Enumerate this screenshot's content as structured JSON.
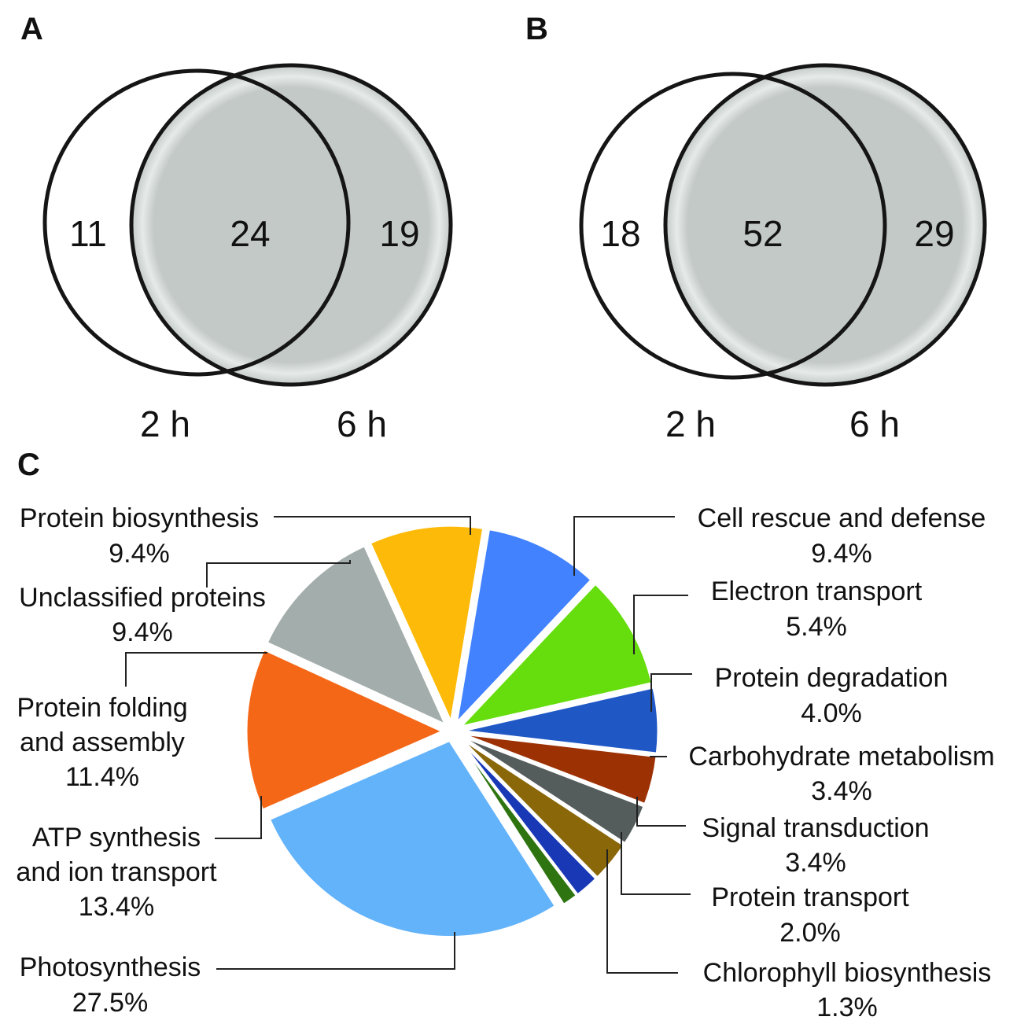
{
  "panels": [
    {
      "letter": "A"
    },
    {
      "letter": "B"
    },
    {
      "letter": "C"
    }
  ],
  "chart_data": [
    {
      "type": "venn",
      "panel": "A",
      "sets": [
        "2 h",
        "6 h"
      ],
      "only_2h": 11,
      "both": 24,
      "only_6h": 19,
      "colors": {
        "2 h": "#ffffff",
        "6 h": "#c3c9c7"
      }
    },
    {
      "type": "venn",
      "panel": "B",
      "sets": [
        "2 h",
        "6 h"
      ],
      "only_2h": 18,
      "both": 52,
      "only_6h": 29,
      "colors": {
        "2 h": "#ffffff",
        "6 h": "#c3c9c7"
      }
    },
    {
      "type": "pie",
      "panel": "C",
      "slices": [
        {
          "label": "Protein biosynthesis",
          "pct_label": "9.4%",
          "value": 9.4,
          "color": "#4282ff"
        },
        {
          "label": "Cell rescue and defense",
          "pct_label": "9.4%",
          "value": 9.4,
          "color": "#66dd0c"
        },
        {
          "label": "Electron transport",
          "pct_label": "5.4%",
          "value": 5.4,
          "color": "#1f57c5"
        },
        {
          "label": "Protein degradation",
          "pct_label": "4.0%",
          "value": 4.0,
          "color": "#9c3104"
        },
        {
          "label": "Carbohydrate metabolism",
          "pct_label": "3.4%",
          "value": 3.4,
          "color": "#545c5c"
        },
        {
          "label": "Signal transduction",
          "pct_label": "3.4%",
          "value": 3.4,
          "color": "#8a6708"
        },
        {
          "label": "Protein transport",
          "pct_label": "2.0%",
          "value": 2.0,
          "color": "#1838b5"
        },
        {
          "label": "Chlorophyll biosynthesis",
          "pct_label": "1.3%",
          "value": 1.3,
          "color": "#2e7410"
        },
        {
          "label": "Photosynthesis",
          "pct_label": "27.5%",
          "value": 27.5,
          "color": "#63b3fb"
        },
        {
          "label": "ATP synthesis and ion transport",
          "label_lines": [
            "ATP synthesis",
            "and ion transport"
          ],
          "pct_label": "13.4%",
          "value": 13.4,
          "color": "#f46716"
        },
        {
          "label": "Protein folding and assembly",
          "label_lines": [
            "Protein folding",
            "and assembly"
          ],
          "pct_label": "11.4%",
          "value": 11.4,
          "color": "#a3adac"
        },
        {
          "label": "Unclassified proteins",
          "pct_label": "9.4%",
          "value": 9.4,
          "color": "#fdba08"
        }
      ]
    }
  ]
}
